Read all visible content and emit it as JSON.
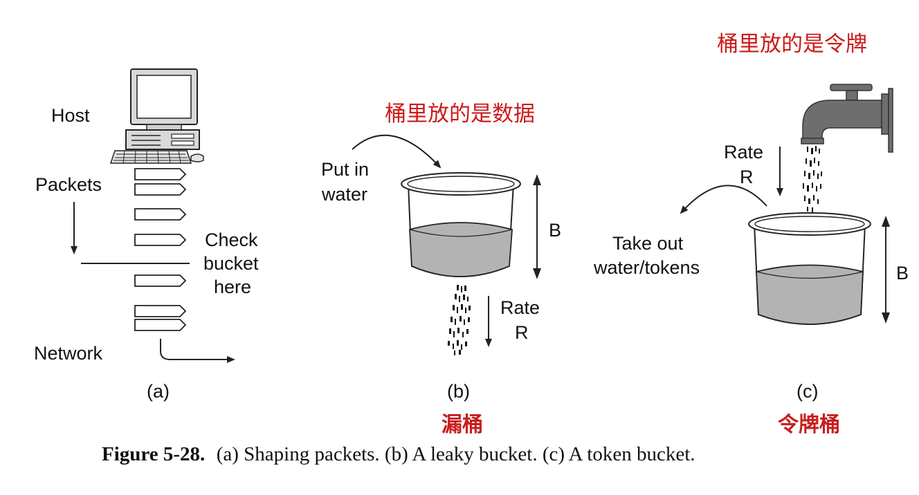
{
  "panel_a": {
    "host": "Host",
    "packets": "Packets",
    "check_line1": "Check",
    "check_line2": "bucket",
    "check_line3": "here",
    "network": "Network",
    "sublabel": "(a)"
  },
  "panel_b": {
    "annotation": "桶里放的是数据",
    "put_line1": "Put in",
    "put_line2": "water",
    "b_label": "B",
    "rate_line1": "Rate",
    "rate_line2": "R",
    "sublabel": "(b)",
    "cn_name": "漏桶"
  },
  "panel_c": {
    "annotation": "桶里放的是令牌",
    "rate_line1": "Rate",
    "rate_line2": "R",
    "take_line1": "Take out",
    "take_line2": "water/tokens",
    "b_label": "B",
    "sublabel": "(c)",
    "cn_name": "令牌桶"
  },
  "caption": {
    "label": "Figure 5-28.",
    "text": "(a) Shaping packets. (b) A leaky bucket. (c) A token bucket."
  },
  "colors": {
    "annotation_red": "#cc1a1a",
    "water_gray": "#b3b3b3",
    "faucet_gray": "#6e6e6e"
  }
}
